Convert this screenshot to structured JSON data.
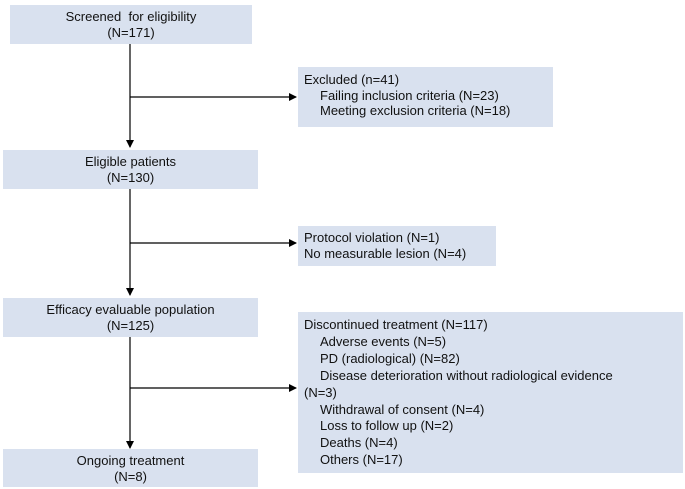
{
  "flow": {
    "screened": {
      "title": "Screened  for eligibility",
      "count": "(N=171)"
    },
    "eligible": {
      "title": "Eligible patients",
      "count": "(N=130)"
    },
    "efficacy": {
      "title": "Efficacy evaluable population",
      "count": "(N=125)"
    },
    "ongoing": {
      "title": "Ongoing treatment",
      "count": "(N=8)"
    }
  },
  "excluded": {
    "header": "Excluded (n=41)",
    "items": [
      "Failing inclusion criteria (N=23)",
      "Meeting exclusion criteria (N=18)"
    ]
  },
  "removed": {
    "items": [
      "Protocol violation (N=1)",
      "No measurable lesion (N=4)"
    ]
  },
  "discontinued": {
    "header": "Discontinued treatment (N=117)",
    "items": [
      "Adverse events (N=5)",
      "PD (radiological) (N=82)",
      "Disease deterioration without radiological evidence",
      "Withdrawal of consent (N=4)",
      "Loss to follow up (N=2)",
      "Deaths (N=4)",
      "Others (N=17)"
    ],
    "continuation": "(N=3)"
  },
  "colors": {
    "box_fill": "#d9e1ef",
    "line": "#000000"
  }
}
